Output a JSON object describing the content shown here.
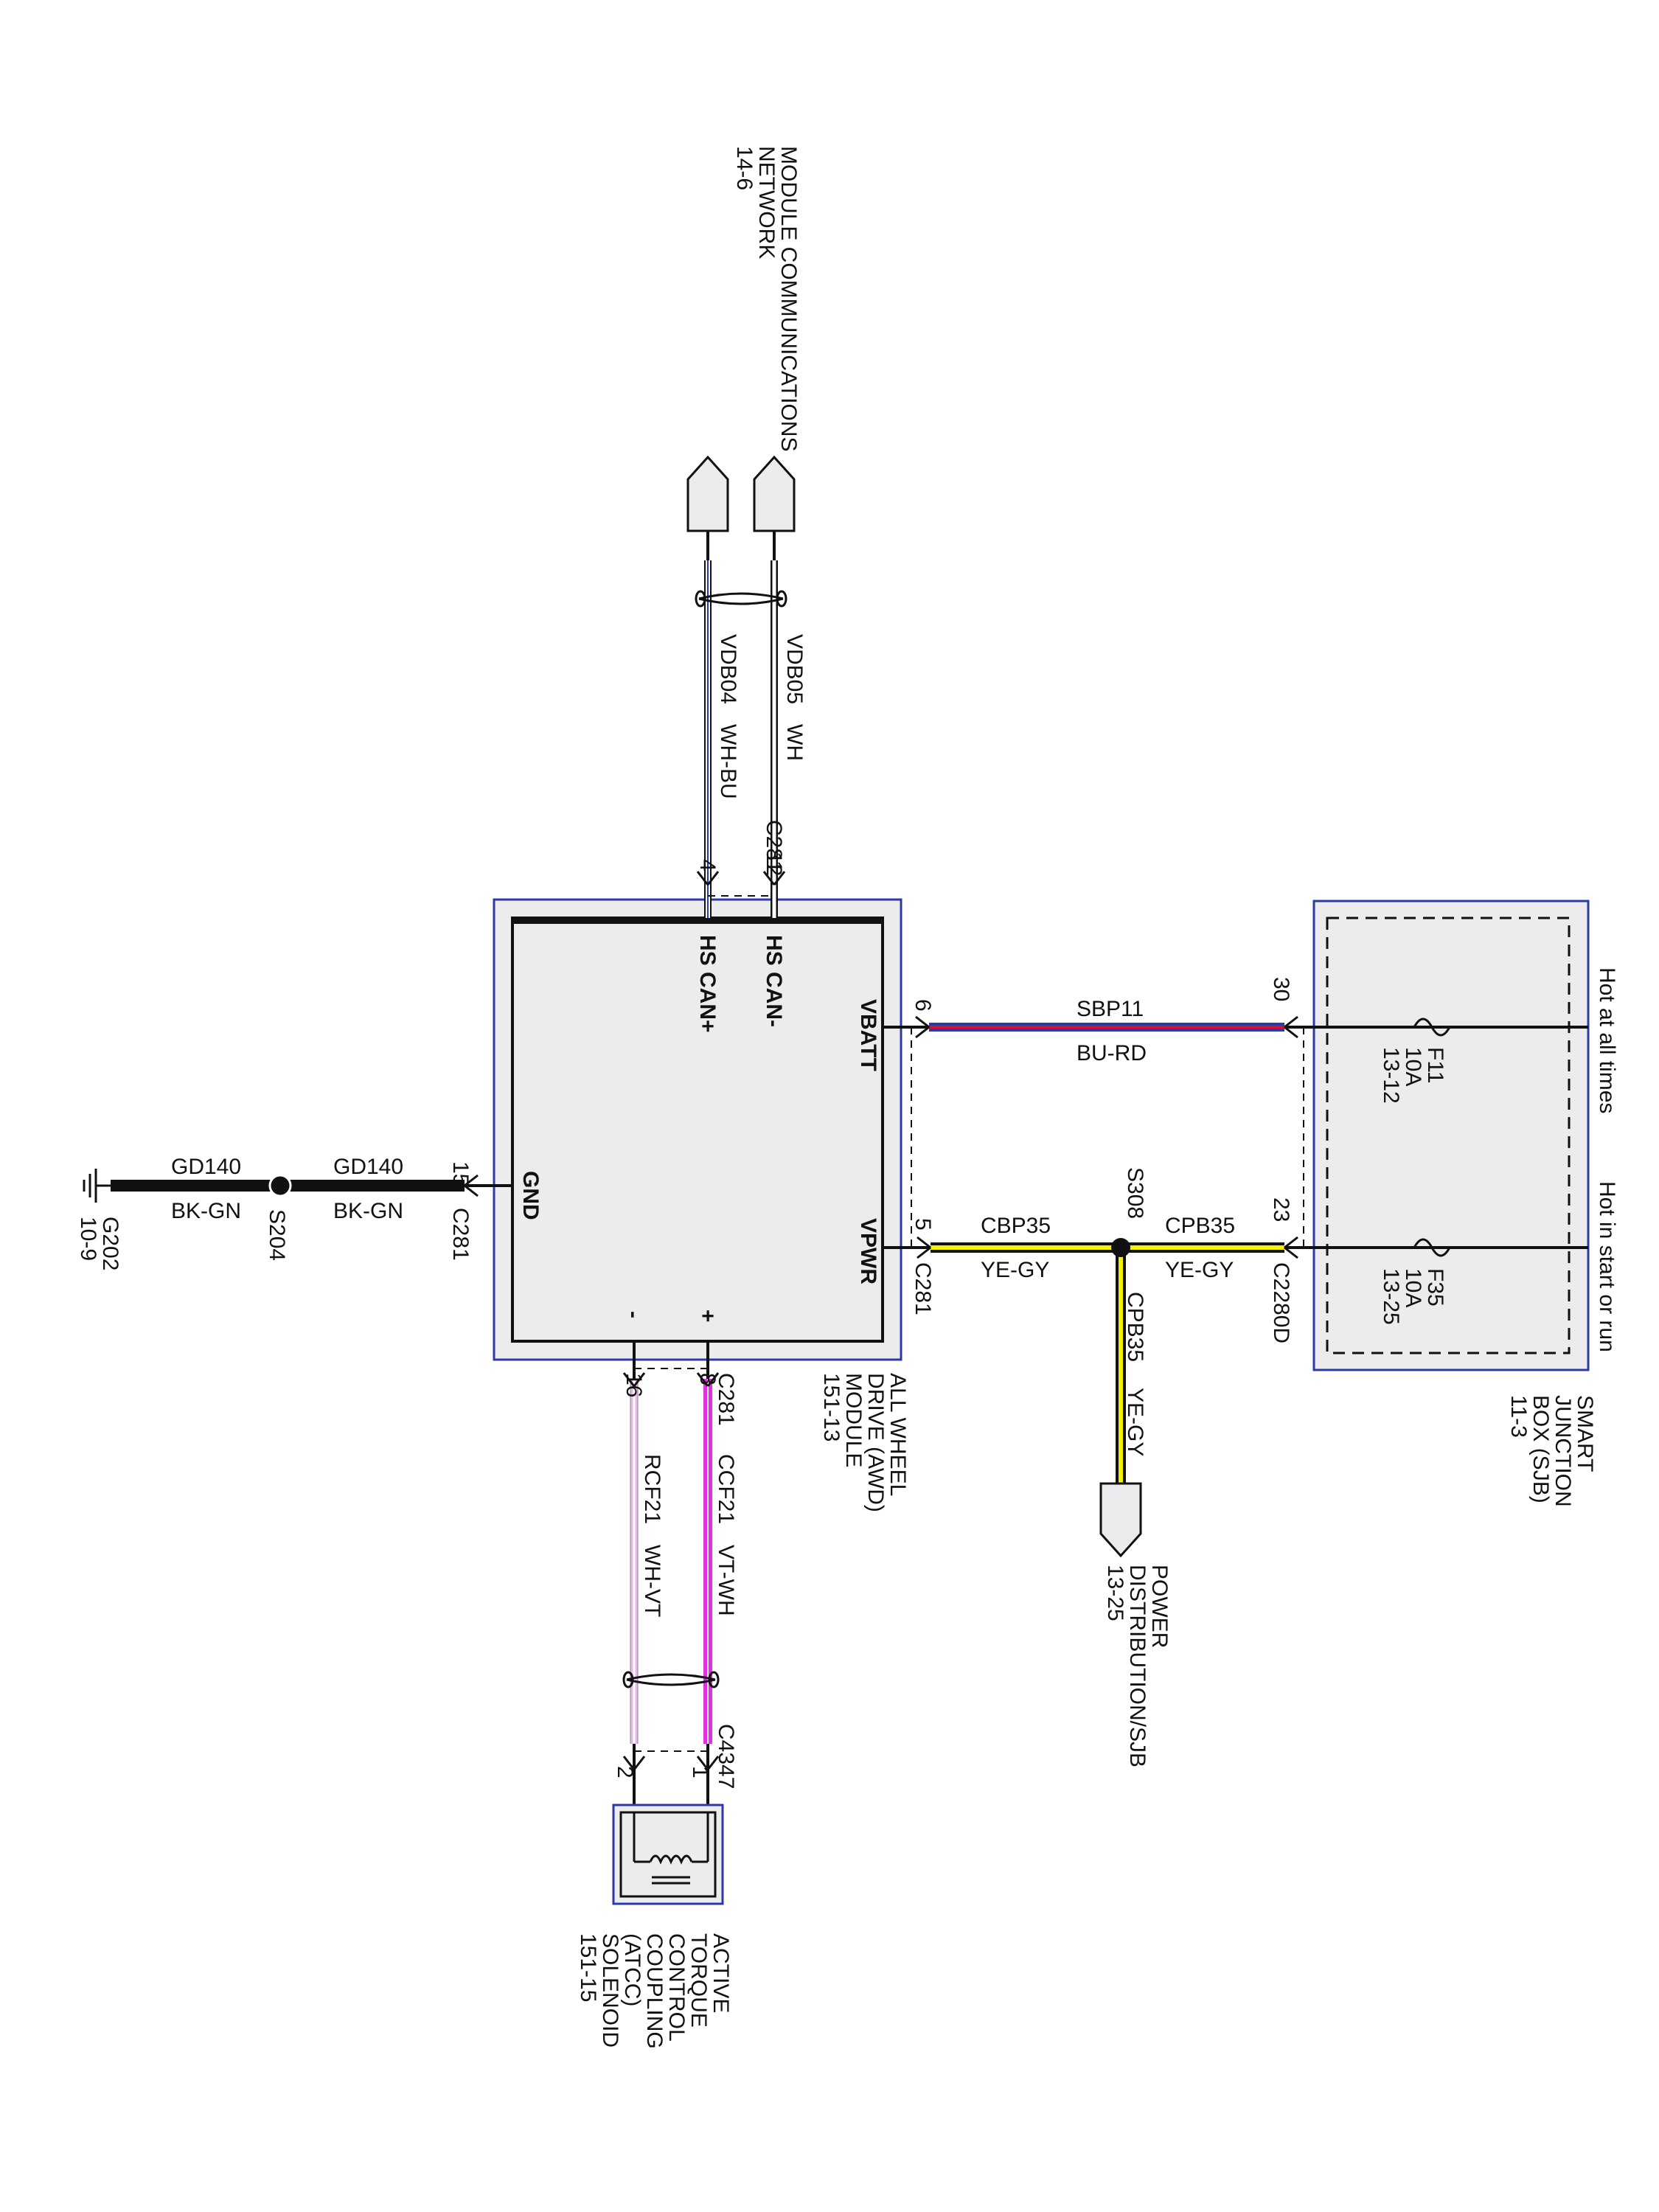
{
  "colors": {
    "module_border": "#2b3aa8",
    "module_fill": "#ececee",
    "blue": "#2b3aa8",
    "red": "#d4142a",
    "yellow": "#f4f000",
    "violet": "#e22fe6",
    "violet_light": "#e9b7ec",
    "black": "#111111",
    "gray": "#bdbdbd"
  },
  "header": {
    "mcn_line1": "MODULE COMMUNICATIONS",
    "mcn_line2": "NETWORK",
    "mcn_ref": "14-6"
  },
  "sjb": {
    "line1": "SMART",
    "line2": "JUNCTION",
    "line3": "BOX (SJB)",
    "ref": "11-3",
    "hot_all": "Hot at all times",
    "hot_start": "Hot in start or run",
    "f11_name": "F11",
    "f11_amp": "10A",
    "f11_ref": "13-12",
    "f35_name": "F35",
    "f35_amp": "10A",
    "f35_ref": "13-25",
    "pin_30": "30",
    "pin_23": "23",
    "conn_c2280d": "C2280D"
  },
  "awd": {
    "line1": "ALL WHEEL",
    "line2": "DRIVE (AWD)",
    "line3": "MODULE",
    "ref": "151-13",
    "vbatt": "VBATT",
    "vpwr": "VPWR",
    "hs_can_minus": "HS CAN-",
    "hs_can_plus": "HS CAN+",
    "gnd": "GND",
    "plus": "+",
    "minus": "-",
    "pin_6": "6",
    "pin_5": "5",
    "pin_12": "12",
    "pin_4": "4",
    "pin_15": "15",
    "pin_8": "8",
    "pin_16": "16",
    "conn_c281": "C281"
  },
  "wires": {
    "sbp11": "SBP11",
    "bu_rd": "BU-RD",
    "cbp35": "CBP35",
    "cpb35": "CPB35",
    "ye_gy": "YE-GY",
    "vdb05": "VDB05",
    "wh": "WH",
    "vdb04": "VDB04",
    "wh_bu": "WH-BU",
    "gd140": "GD140",
    "bk_gn": "BK-GN",
    "ccf21": "CCF21",
    "vt_wh": "VT-WH",
    "rcf21": "RCF21",
    "wh_vt": "WH-VT"
  },
  "splices": {
    "s308": "S308",
    "s204": "S204"
  },
  "ground": {
    "name": "G202",
    "ref": "10-9"
  },
  "power_dist": {
    "line1": "POWER",
    "line2": "DISTRIBUTION/SJB",
    "ref": "13-25"
  },
  "atcc": {
    "line1": "ACTIVE",
    "line2": "TORQUE",
    "line3": "CONTROL",
    "line4": "COUPLING",
    "line5": "(ATCC)",
    "line6": "SOLENOID",
    "ref": "151-15",
    "conn": "C4347",
    "pin_1": "1",
    "pin_2": "2"
  }
}
